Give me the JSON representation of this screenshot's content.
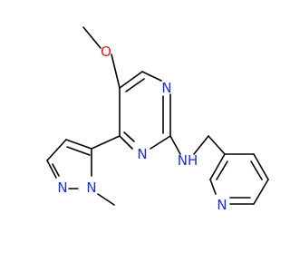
{
  "diagram": {
    "type": "chemical-structure",
    "colors": {
      "background": "#ffffff",
      "bond": "#000000",
      "nitrogen": "#1f2bd6",
      "oxygen": "#e01a1a"
    },
    "atoms": {
      "ether_o": {
        "label": "O",
        "element": "O"
      },
      "pyrimidine_n1": {
        "label": "N",
        "element": "N"
      },
      "pyrimidine_n3": {
        "label": "N",
        "element": "N"
      },
      "amine_nh": {
        "label": "NH",
        "element": "N"
      },
      "pyrazole_n1": {
        "label": "N",
        "element": "N"
      },
      "pyrazole_n2": {
        "label": "N",
        "element": "N"
      },
      "pyridine_n": {
        "label": "N",
        "element": "N"
      }
    }
  }
}
